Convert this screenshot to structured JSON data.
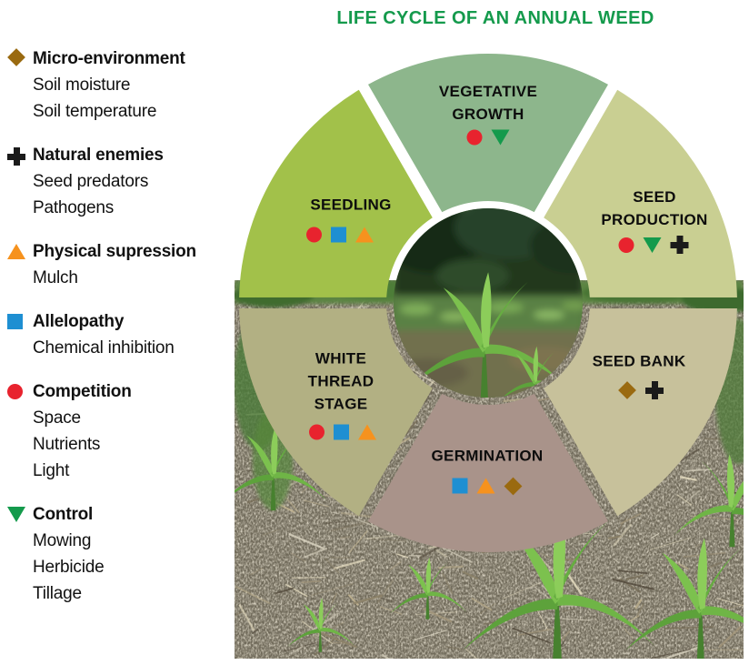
{
  "title": "LIFE CYCLE OF AN ANNUAL WEED",
  "colors": {
    "title-green": "#149a4c",
    "icon-red": "#e8232e",
    "icon-green": "#149a4c",
    "icon-blue": "#1e8fd2",
    "icon-orange": "#f6921e",
    "icon-brown": "#9a6a10",
    "icon-black": "#1a1a1a",
    "seg-vegetative-growth": "#8db68c",
    "seg-seed-production": "#c9cf92",
    "seg-seed-bank": "#c7c19b",
    "seg-germination": "#a9938a",
    "seg-white-thread-stage": "#b2b083",
    "seg-seedling": "#a2c14a"
  },
  "legend": {
    "sections": [
      {
        "icon": "diamond-brown",
        "label": "Micro-environment",
        "items": [
          "Soil moisture",
          "Soil temperature"
        ]
      },
      {
        "icon": "plus-black",
        "label": "Natural enemies",
        "items": [
          "Seed predators",
          "Pathogens"
        ]
      },
      {
        "icon": "triangle-up-orange",
        "label": "Physical supression",
        "items": [
          "Mulch"
        ]
      },
      {
        "icon": "square-blue",
        "label": "Allelopathy",
        "items": [
          "Chemical inhibition"
        ]
      },
      {
        "icon": "circle-red",
        "label": "Competition",
        "items": [
          "Space",
          "Nutrients",
          "Light"
        ]
      },
      {
        "icon": "triangle-down-green",
        "label": "Control",
        "items": [
          "Mowing",
          "Herbicide",
          "Tillage"
        ]
      }
    ]
  },
  "wheel": {
    "segments": [
      {
        "id": "vegetative-growth",
        "lines": [
          "VEGETATIVE",
          "GROWTH"
        ],
        "icons": [
          "circle-red",
          "triangle-down-green"
        ],
        "color": "#8db68c"
      },
      {
        "id": "seed-production",
        "lines": [
          "SEED",
          "PRODUCTION"
        ],
        "icons": [
          "circle-red",
          "triangle-down-green",
          "plus-black"
        ],
        "color": "#c9cf92"
      },
      {
        "id": "seed-bank",
        "lines": [
          "SEED BANK"
        ],
        "icons": [
          "diamond-brown",
          "plus-black"
        ],
        "color": "#c7c19b"
      },
      {
        "id": "germination",
        "lines": [
          "GERMINATION"
        ],
        "icons": [
          "square-blue",
          "triangle-up-orange",
          "diamond-brown"
        ],
        "color": "#a9938a"
      },
      {
        "id": "white-thread-stage",
        "lines": [
          "WHITE",
          "THREAD",
          "STAGE"
        ],
        "icons": [
          "circle-red",
          "square-blue",
          "triangle-up-orange"
        ],
        "color": "#b2b083"
      },
      {
        "id": "seedling",
        "lines": [
          "SEEDLING"
        ],
        "icons": [
          "circle-red",
          "square-blue",
          "triangle-up-orange"
        ],
        "color": "#a2c14a"
      }
    ]
  }
}
